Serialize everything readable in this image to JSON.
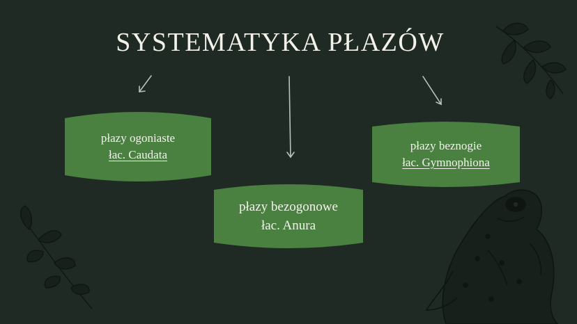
{
  "slide": {
    "title": "SYSTEMATYKA PŁAZÓW",
    "background_color": "#1f2a25",
    "box_color": "#4a8040",
    "arrow_color": "#b9c2bc",
    "decoration_color": "#0f1511",
    "boxes": [
      {
        "line1": "płazy ogoniaste",
        "line2": "łac. Caudata",
        "line2_underlined": true
      },
      {
        "line1": "płazy bezogonowe",
        "line2": "łac. Anura",
        "line2_underlined": false
      },
      {
        "line1": "płazy beznogie",
        "line2": "łac. Gymnophiona",
        "line2_underlined": true
      }
    ],
    "decorations": [
      "leaf-branch-icon",
      "leaf-branch-icon",
      "frog-illustration-icon"
    ]
  }
}
